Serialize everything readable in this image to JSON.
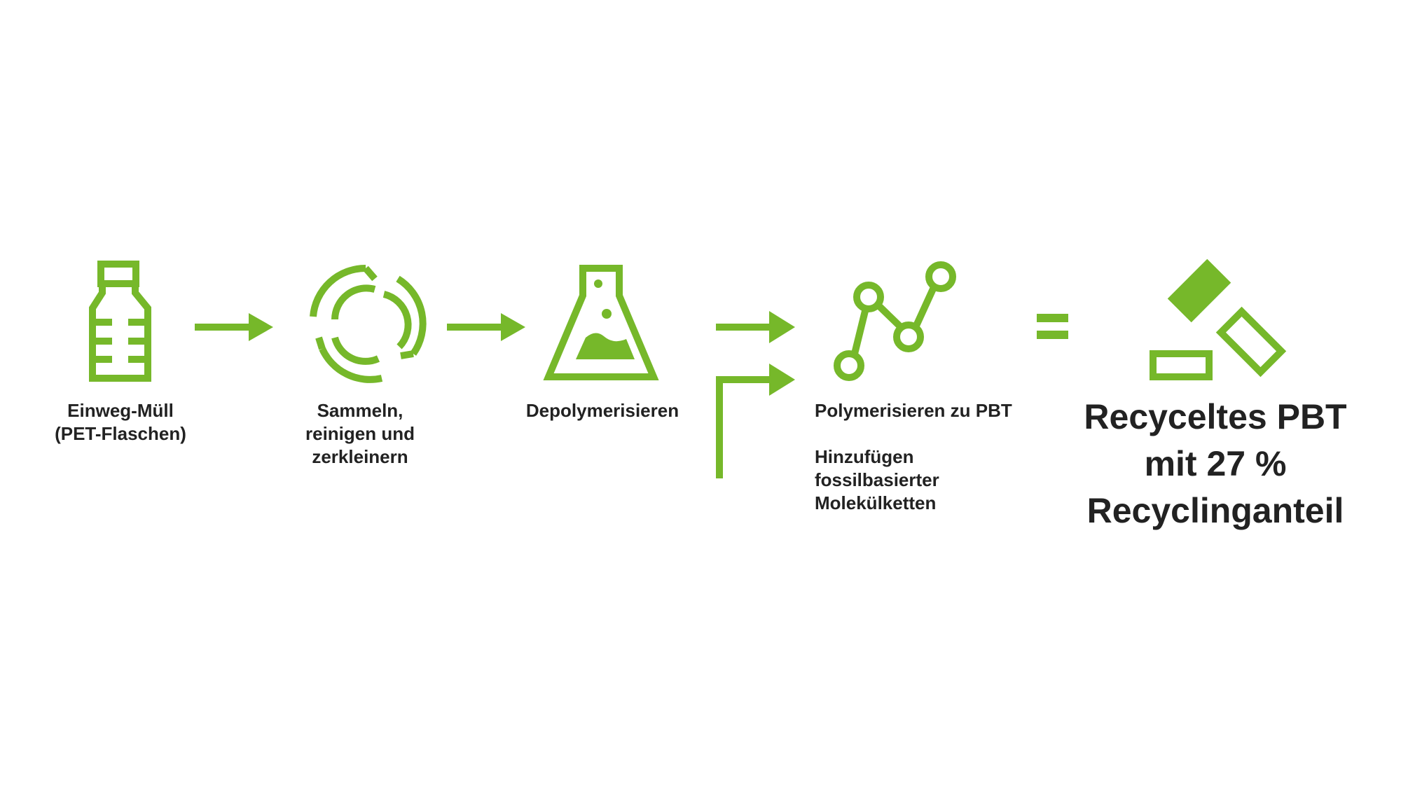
{
  "colors": {
    "accent": "#76b82a",
    "text": "#222222",
    "background": "#ffffff"
  },
  "steps": [
    {
      "icon": "bottle-icon",
      "lines": [
        "Einweg-Müll",
        "(PET-Flaschen)"
      ]
    },
    {
      "icon": "recycle-circle-icon",
      "lines": [
        "Sammeln,",
        "reinigen und",
        "zerkleinern"
      ]
    },
    {
      "icon": "flask-icon",
      "lines": [
        "Depolymerisieren"
      ]
    },
    {
      "icon": "molecule-chain-icon",
      "lines": [
        "Polymerisieren zu PBT"
      ]
    }
  ],
  "additive": {
    "lines": [
      "Hinzufügen",
      "fossilbasierter",
      "Molekülketten"
    ]
  },
  "operator": "=",
  "result": {
    "icon": "pellets-icon",
    "lines": [
      "Recyceltes PBT",
      "mit 27 %",
      "Recyclinganteil"
    ]
  }
}
